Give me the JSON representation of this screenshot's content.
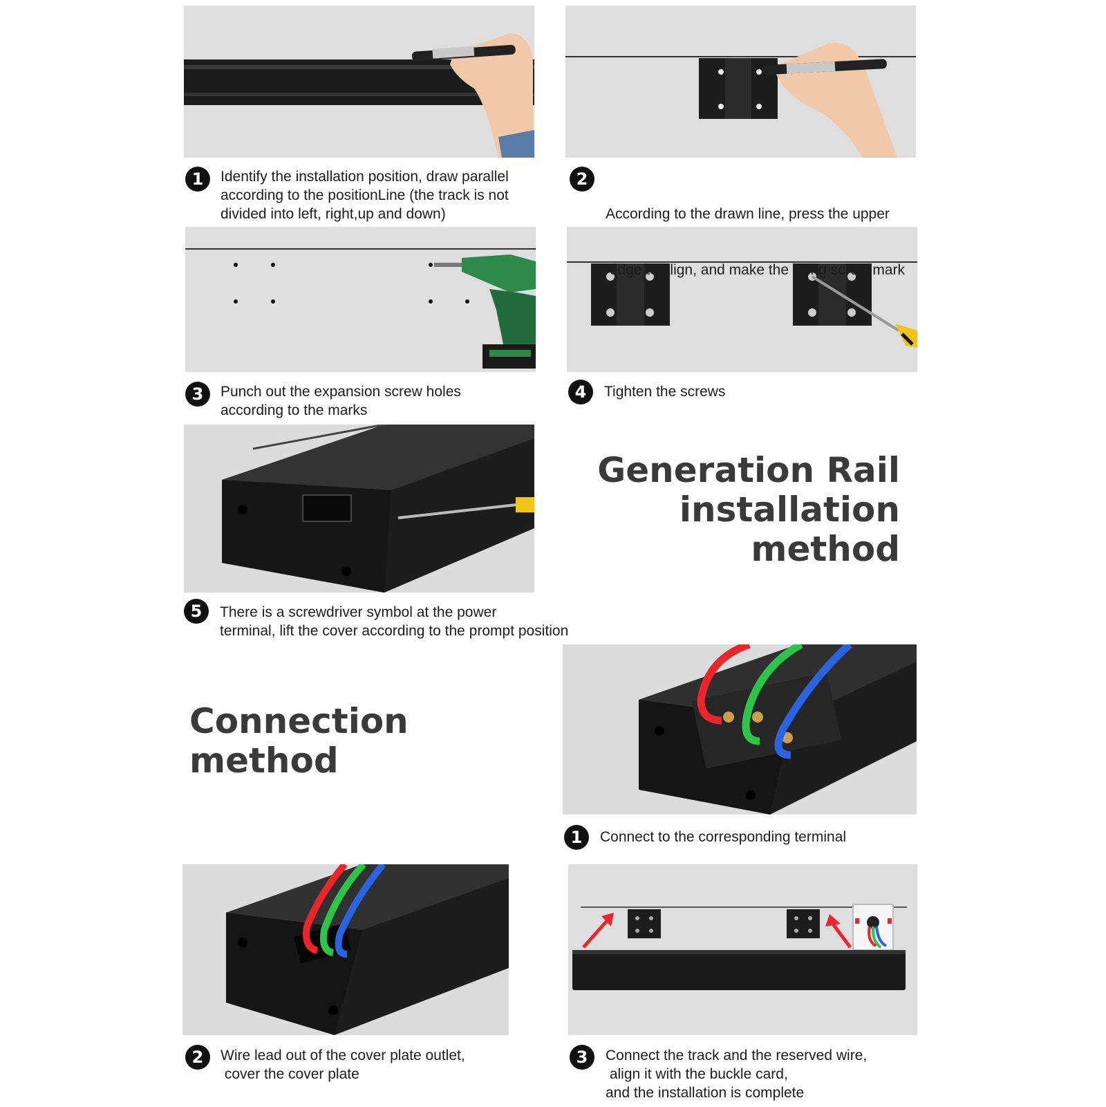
{
  "title_install": [
    "Generation Rail",
    "installation",
    "method"
  ],
  "title_connection": [
    "Connection",
    "method"
  ],
  "install_steps": [
    {
      "num": "1",
      "lines": [
        "Identify the installation position, draw parallel",
        "according to the positionLine (the track is not",
        "divided into left, right,up and down)"
      ]
    },
    {
      "num": "2",
      "lines": [
        "According to the drawn line, press the upper",
        " edge to align, and make the fixing screw mark"
      ]
    },
    {
      "num": "3",
      "lines": [
        "Punch out the expansion screw holes",
        "according to the marks"
      ]
    },
    {
      "num": "4",
      "lines": [
        "Tighten the screws"
      ]
    },
    {
      "num": "5",
      "lines": [
        "There is a screwdriver symbol at the power",
        "terminal, lift the cover according to the prompt position"
      ]
    }
  ],
  "connection_steps": [
    {
      "num": "1",
      "lines": [
        "Connect to the corresponding terminal"
      ]
    },
    {
      "num": "2",
      "lines": [
        "Wire lead out of the cover plate outlet,",
        " cover the cover plate"
      ]
    },
    {
      "num": "3",
      "lines": [
        "Connect the track and the reserved wire,",
        " align it with the buckle card,",
        "and the installation is complete"
      ]
    }
  ],
  "colors": {
    "rail": "#1b1b1b",
    "wall": "#dcdcdc",
    "wire_red": "#e8262b",
    "wire_green": "#2ec44a",
    "wire_blue": "#2a64e0",
    "arrow": "#e8262b",
    "heading": "#3a3a3a"
  }
}
